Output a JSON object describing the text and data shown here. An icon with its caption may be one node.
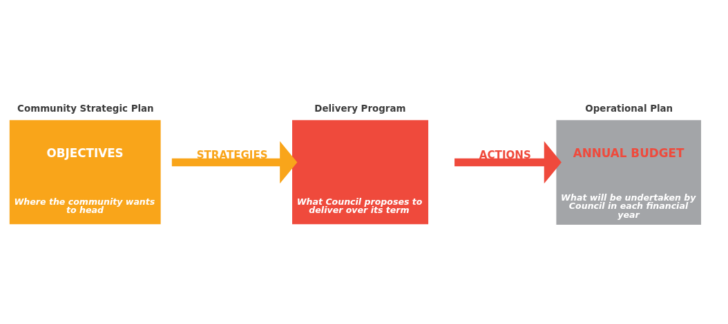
{
  "diagram": {
    "nodes": [
      {
        "text": [
          "Community Strategic Plan",
          "OBJECTIVES",
          "Where the community wants to head"
        ]
      },
      {
        "text": [
          "Delivery Program",
          "What Council proposes to deliver over its term"
        ]
      },
      {
        "text": [
          "Operational Plan",
          "ANNUAL BUDGET",
          "What will be undertaken by Council in each financial year"
        ]
      }
    ],
    "edges": [
      {
        "from": 0,
        "to": 1,
        "arrow": "to",
        "label": "STRATEGIES",
        "color": "#f9a51a"
      },
      {
        "from": 1,
        "to": 2,
        "arrow": "to",
        "label": "ACTIONS",
        "color": "#ef4a3c"
      }
    ]
  }
}
